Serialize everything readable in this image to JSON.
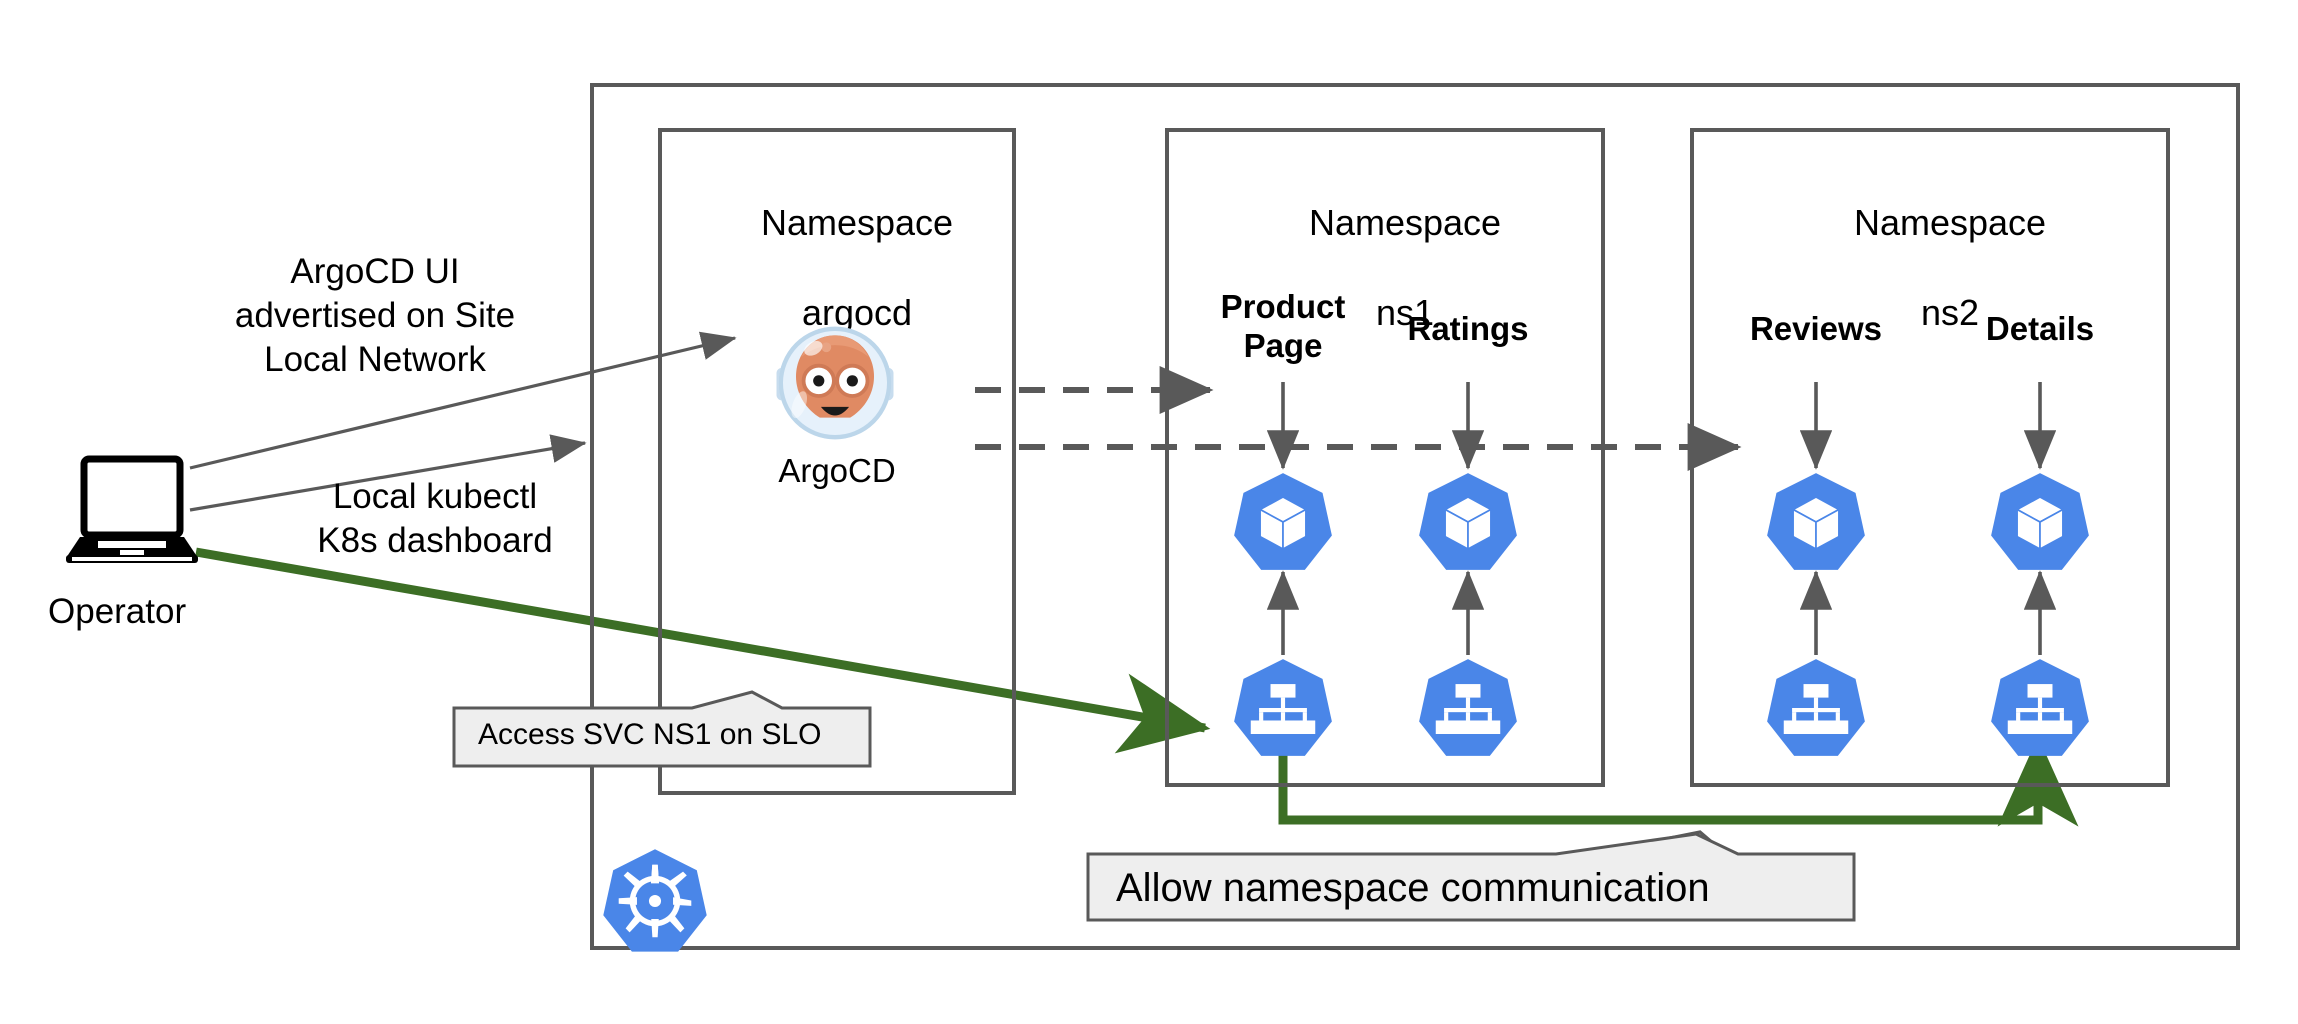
{
  "diagram": {
    "title_annotations": {
      "argocd_ui": "ArgoCD UI\nadvertised on Site\nLocal Network",
      "local_kubectl": "Local kubectl\nK8s dashboard"
    },
    "operator": {
      "label": "Operator",
      "icon": "laptop-icon"
    },
    "cluster": {
      "icon": "kubernetes-logo-icon"
    },
    "namespaces": [
      {
        "id": "argocd",
        "title_line1": "Namespace",
        "title_line2": "argocd",
        "app_label": "ArgoCD",
        "app_icon": "argocd-astronaut-icon"
      },
      {
        "id": "ns1",
        "title_line1": "Namespace",
        "title_line2": "ns1",
        "workloads": [
          {
            "label": "Product\nPage",
            "pod_icon": "k8s-pod-icon",
            "service_icon": "k8s-service-icon"
          },
          {
            "label": "Ratings",
            "pod_icon": "k8s-pod-icon",
            "service_icon": "k8s-service-icon"
          }
        ]
      },
      {
        "id": "ns2",
        "title_line1": "Namespace",
        "title_line2": "ns2",
        "workloads": [
          {
            "label": "Reviews",
            "pod_icon": "k8s-pod-icon",
            "service_icon": "k8s-service-icon"
          },
          {
            "label": "Details",
            "pod_icon": "k8s-pod-icon",
            "service_icon": "k8s-service-icon"
          }
        ]
      }
    ],
    "callouts": [
      {
        "id": "access-svc",
        "text": "Access SVC NS1 on SLO"
      },
      {
        "id": "allow-ns-comm",
        "text": "Allow namespace communication"
      }
    ],
    "colors": {
      "k8s_blue": "#4a86e8",
      "line_gray": "#595959",
      "green": "#3c6e25",
      "callout_fill": "#eeeeee",
      "white": "#ffffff",
      "argocd_skin": "#e08a63",
      "argocd_helmet": "#dce9f5"
    }
  }
}
